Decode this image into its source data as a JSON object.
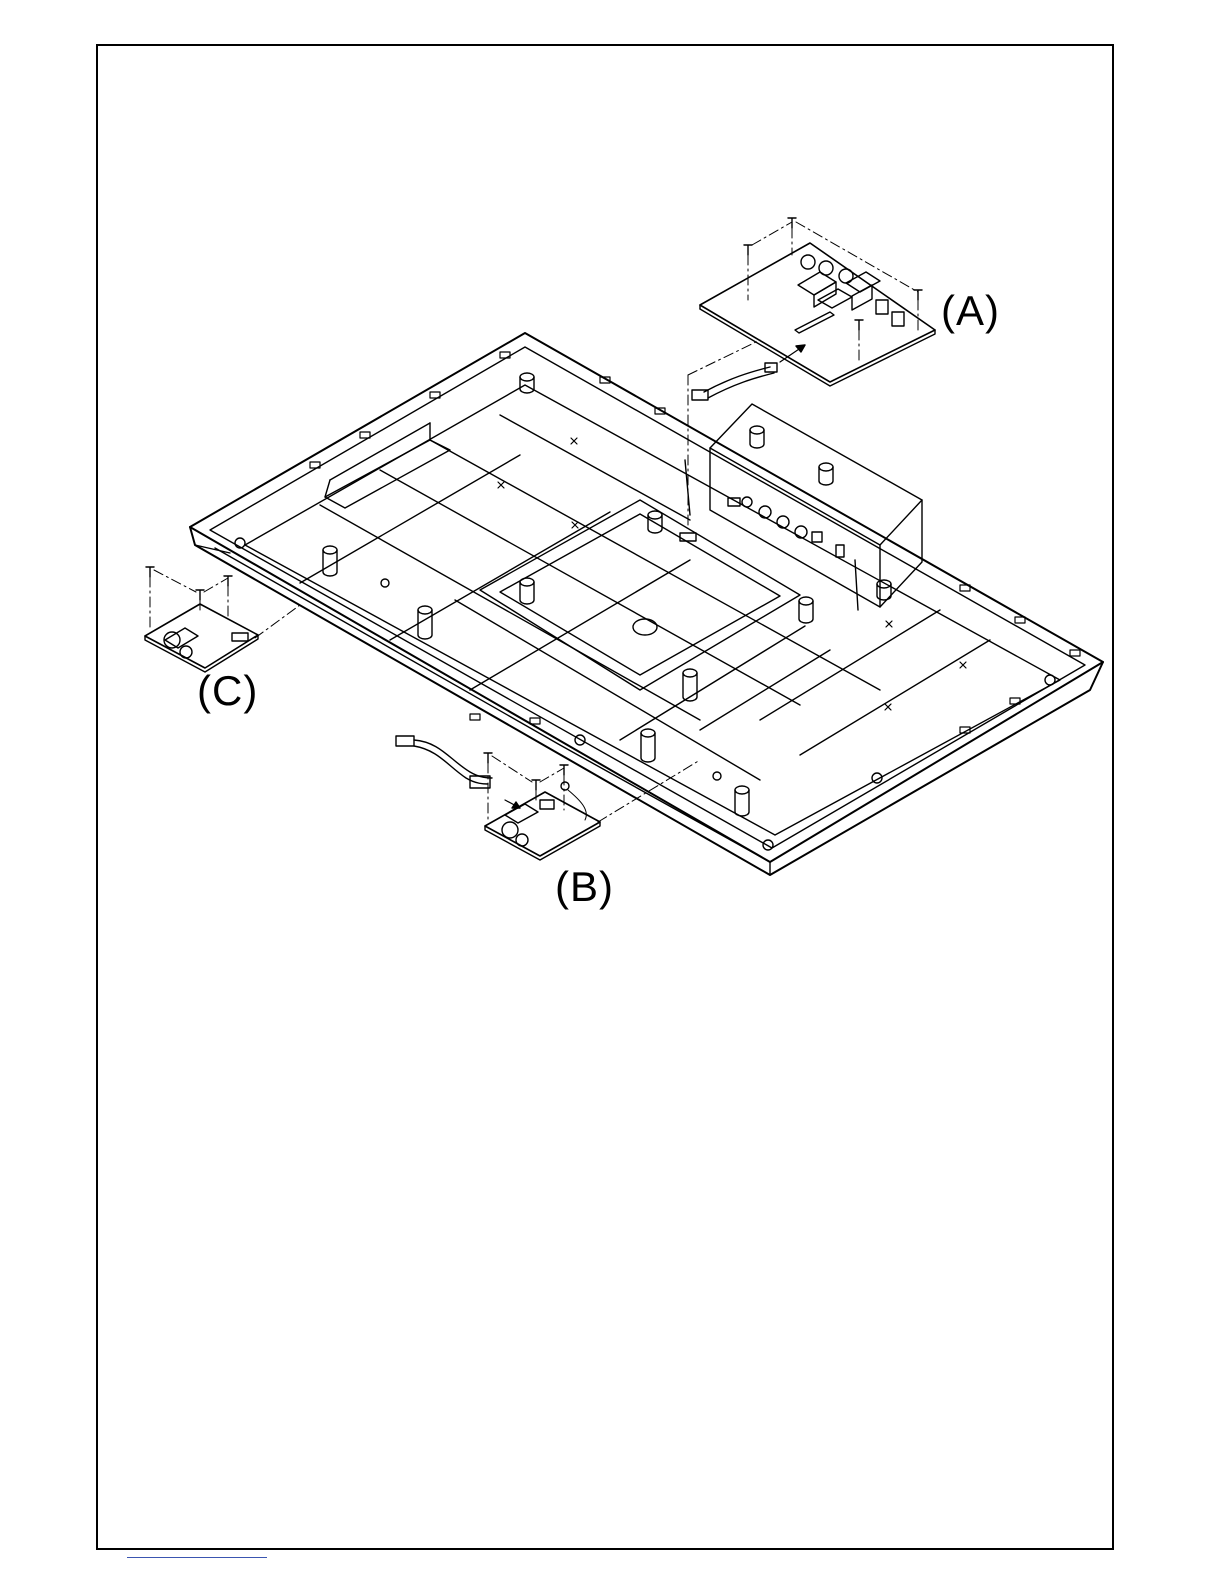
{
  "labels": {
    "a": "(A)",
    "b": "(B)",
    "c": "(C)"
  },
  "colors": {
    "line": "#000000",
    "background": "#ffffff",
    "footer_rule": "#3a55b0"
  }
}
